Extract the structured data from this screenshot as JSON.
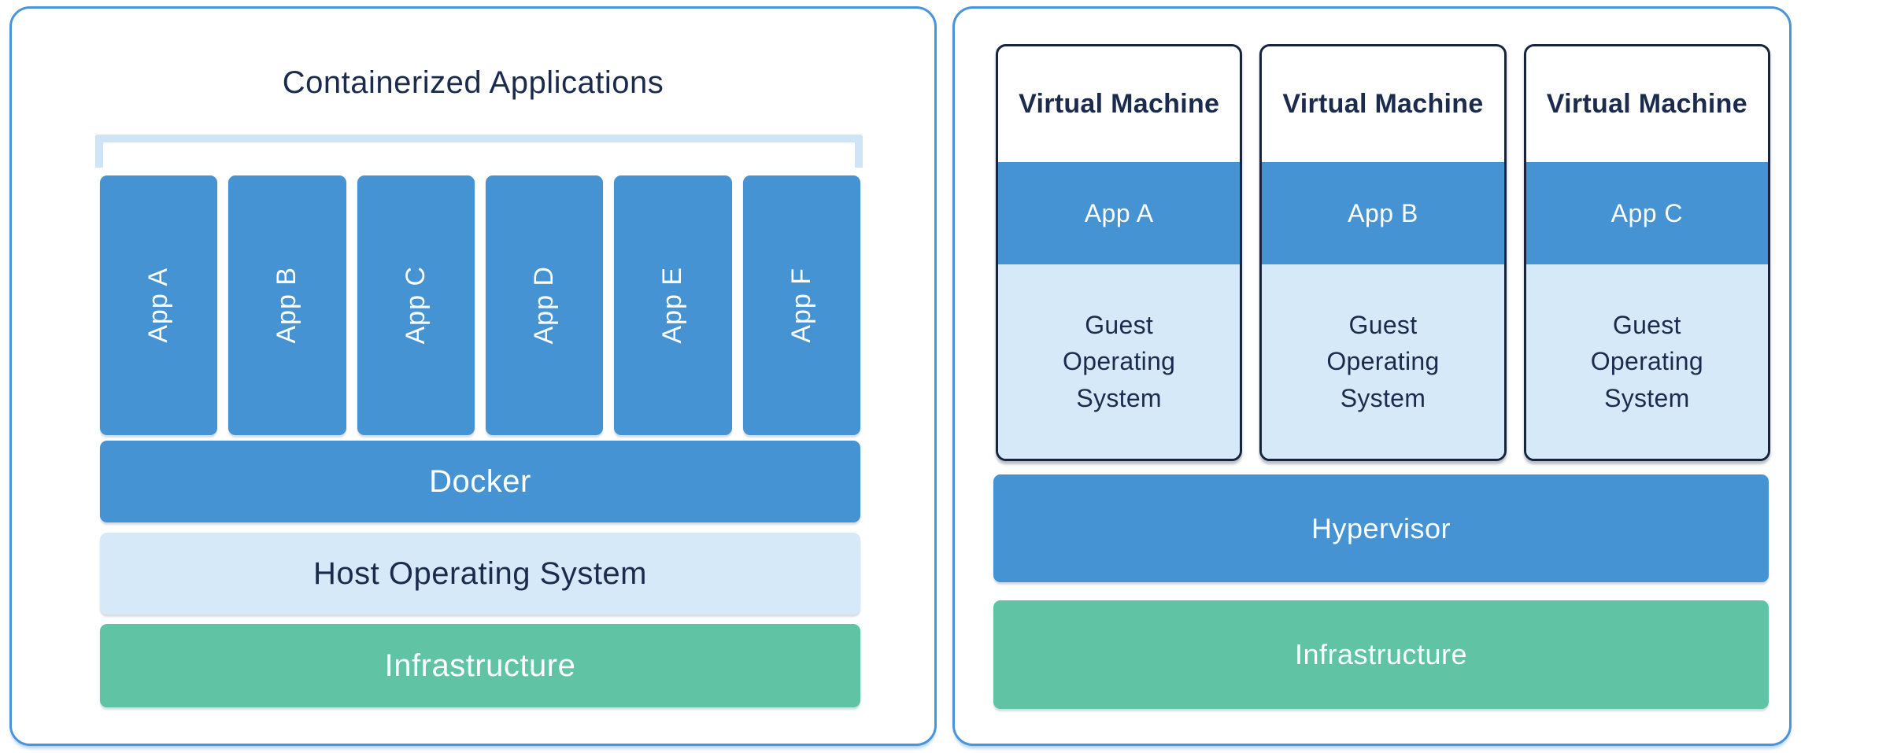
{
  "colors": {
    "panel-border": "#4a94da",
    "blue": "#4593d2",
    "light-blue": "#d5e9f8",
    "bracket-blue": "#cfe4f6",
    "green": "#5fc3a4",
    "navy": "#1b2b4d",
    "vm-border": "#16243e"
  },
  "left_panel": {
    "title": "Containerized Applications",
    "apps": [
      "App A",
      "App B",
      "App C",
      "App D",
      "App E",
      "App F"
    ],
    "layers": {
      "docker": "Docker",
      "host_os": "Host Operating System",
      "infrastructure": "Infrastructure"
    }
  },
  "right_panel": {
    "vms": [
      {
        "title": "Virtual Machine",
        "app": "App A",
        "guest_os": "Guest Operating System"
      },
      {
        "title": "Virtual Machine",
        "app": "App B",
        "guest_os": "Guest Operating System"
      },
      {
        "title": "Virtual Machine",
        "app": "App C",
        "guest_os": "Guest Operating System"
      }
    ],
    "layers": {
      "hypervisor": "Hypervisor",
      "infrastructure": "Infrastructure"
    }
  }
}
